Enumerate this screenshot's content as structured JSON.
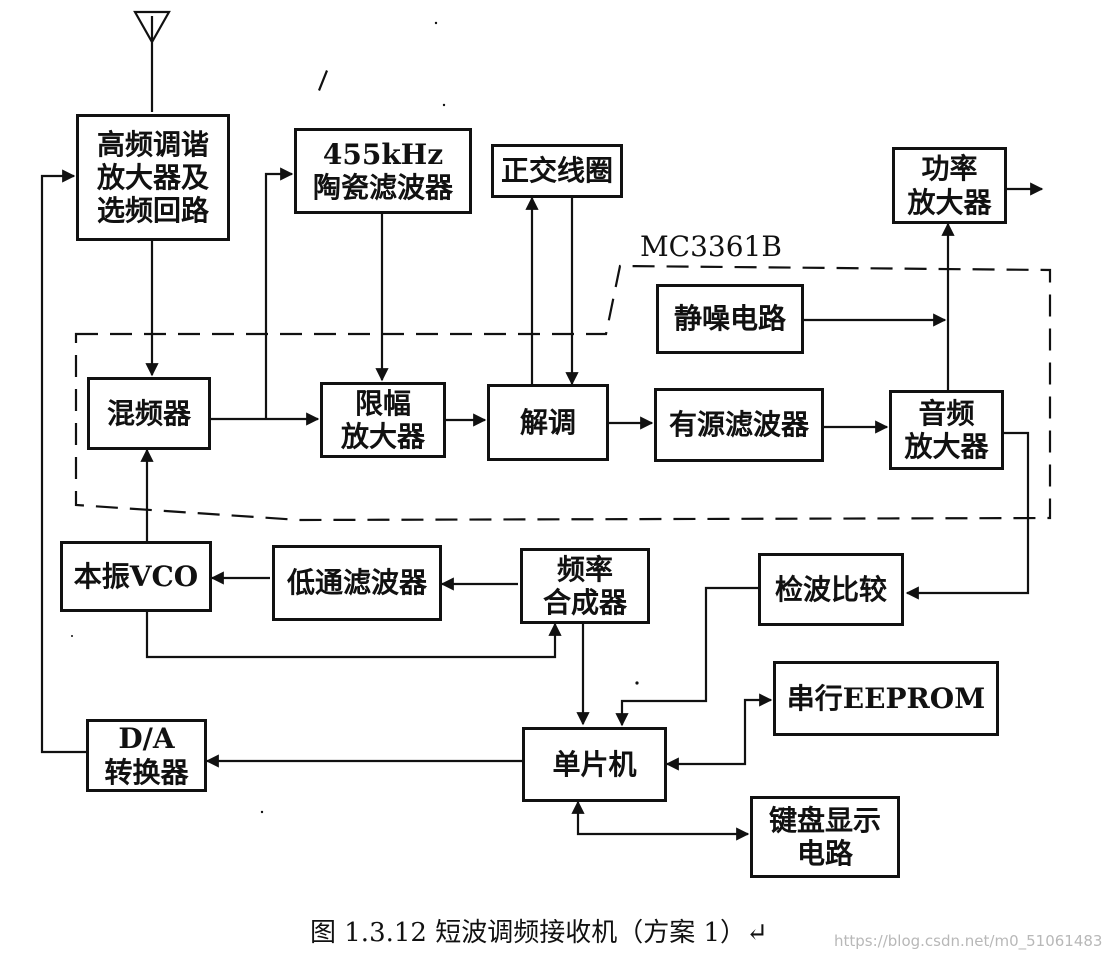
{
  "blocks": {
    "rf_amp": [
      "高频调谐",
      "放大器及",
      "选频回路"
    ],
    "ceramic_filter": [
      "455kHz",
      "陶瓷滤波器"
    ],
    "quad_coil": [
      "正交线圈"
    ],
    "power_amp": [
      "功率",
      "放大器"
    ],
    "squelch": [
      "静噪电路"
    ],
    "mixer": [
      "混频器"
    ],
    "limiter": [
      "限幅",
      "放大器"
    ],
    "demod": [
      "解调"
    ],
    "active_filter": [
      "有源滤波器"
    ],
    "audio_amp": [
      "音频",
      "放大器"
    ],
    "vco": [
      "本振VCO"
    ],
    "lpf": [
      "低通滤波器"
    ],
    "synth": [
      "频率",
      "合成器"
    ],
    "detect_compare": [
      "检波比较"
    ],
    "eeprom": [
      "串行EEPROM"
    ],
    "dac": [
      "D/A",
      "转换器"
    ],
    "mcu": [
      "单片机"
    ],
    "keypad": [
      "键盘显示",
      "电路"
    ]
  },
  "chip_label": "MC3361B",
  "caption": "图 1.3.12  短波调频接收机（方案 1）↵",
  "watermark": "https://blog.csdn.net/m0_51061483",
  "colors": {
    "line": "#111111",
    "background": "#ffffff",
    "watermark": "#b8b8b8"
  }
}
